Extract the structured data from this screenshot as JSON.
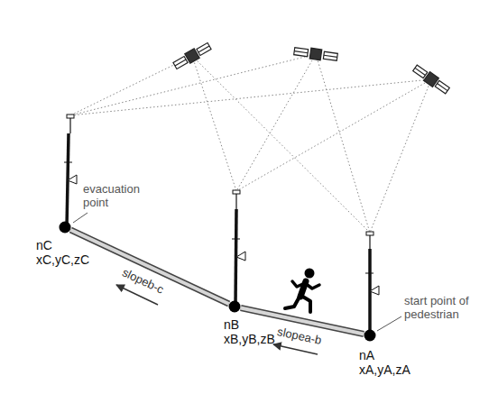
{
  "diagram": {
    "nodes": [
      {
        "text": [
          "nC",
          "xC,yC,zC"
        ]
      },
      {
        "text": [
          "nB",
          "xB,yB,zB"
        ]
      },
      {
        "text": [
          "nA",
          "xA,yA,zA"
        ]
      }
    ],
    "edges": [
      {
        "from": 2,
        "to": 1,
        "arrow": "none",
        "label": "slopea-b"
      },
      {
        "from": 1,
        "to": 0,
        "arrow": "none",
        "label": "slopeb-c"
      }
    ],
    "labels": [
      "evacuation point",
      "start point of pedestrian"
    ]
  }
}
